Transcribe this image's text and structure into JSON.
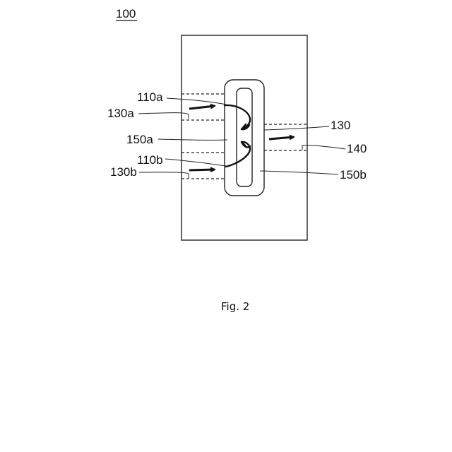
{
  "figure": {
    "reference_number": "100",
    "caption": "Fig. 2"
  },
  "labels": {
    "l110a": "110a",
    "l130a": "130a",
    "l150a": "150a",
    "l110b": "110b",
    "l130b": "130b",
    "l130": "130",
    "l140": "140",
    "l150b": "150b"
  }
}
